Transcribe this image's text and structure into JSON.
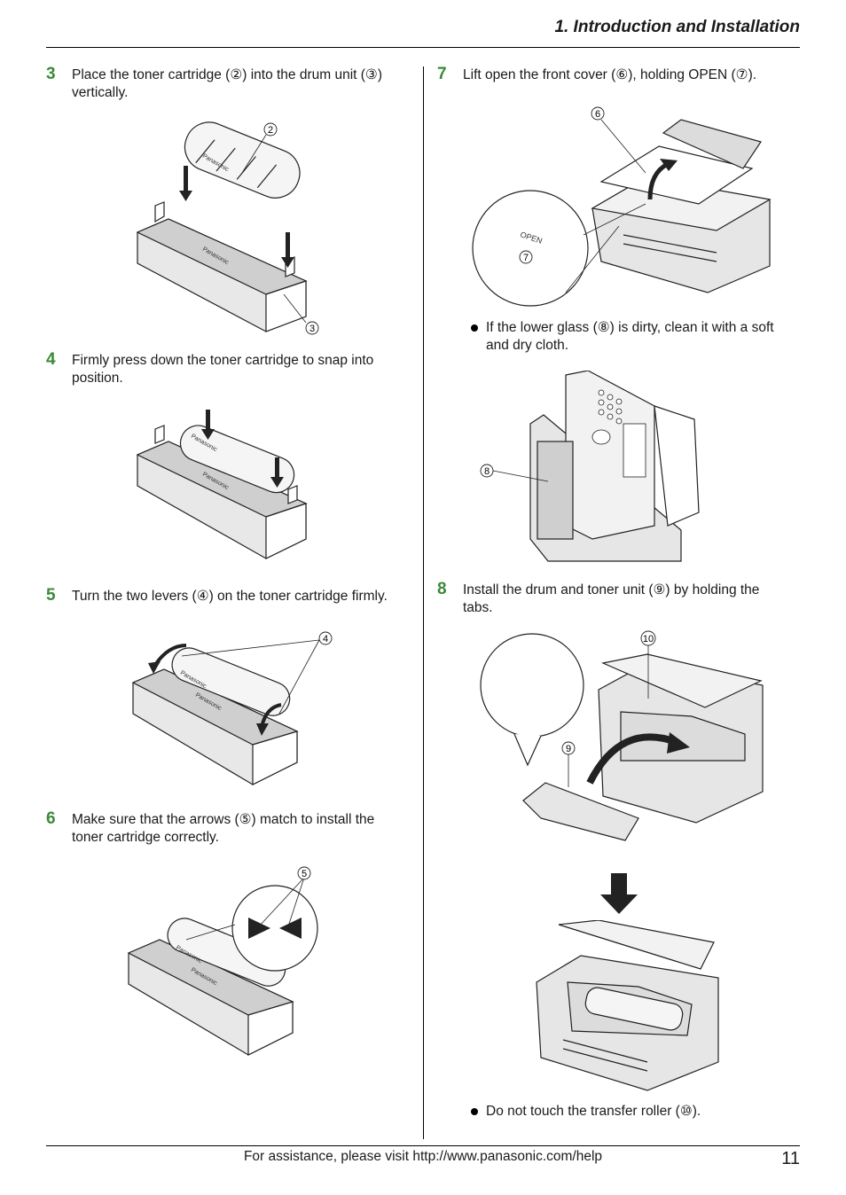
{
  "header": {
    "title": "1. Introduction and Installation"
  },
  "steps": {
    "s3": {
      "num": "3",
      "line1": "Place the toner cartridge (②) into the drum unit (③)",
      "line2": "vertically."
    },
    "s4": {
      "num": "4",
      "line1": "Firmly press down the toner cartridge to snap into",
      "line2": "position."
    },
    "s5": {
      "num": "5",
      "line1": "Turn the two levers (④) on the toner cartridge firmly."
    },
    "s6": {
      "num": "6",
      "line1": "Make sure that the arrows (⑤) match to install the",
      "line2": "toner cartridge correctly."
    },
    "s7": {
      "num": "7",
      "line1": "Lift open the front cover (⑥), holding OPEN (⑦)."
    },
    "s8": {
      "num": "8",
      "line1": "Install the drum and toner unit (⑨) by holding the",
      "line2": "tabs."
    }
  },
  "bullets": {
    "glass": {
      "line1": "If the lower glass (⑧) is dirty, clean it with a soft",
      "line2": "and dry cloth."
    },
    "roller": {
      "line1": "Do not touch the transfer roller (⑩)."
    }
  },
  "callouts": {
    "c2": "2",
    "c3": "3",
    "c4": "4",
    "c5": "5",
    "c6": "6",
    "c7": "7",
    "c8": "8",
    "c9": "9",
    "c10": "10"
  },
  "labels": {
    "open": "OPEN",
    "brand": "Panasonic"
  },
  "footer": {
    "assist": "For assistance, please visit http://www.panasonic.com/help",
    "page": "11"
  }
}
